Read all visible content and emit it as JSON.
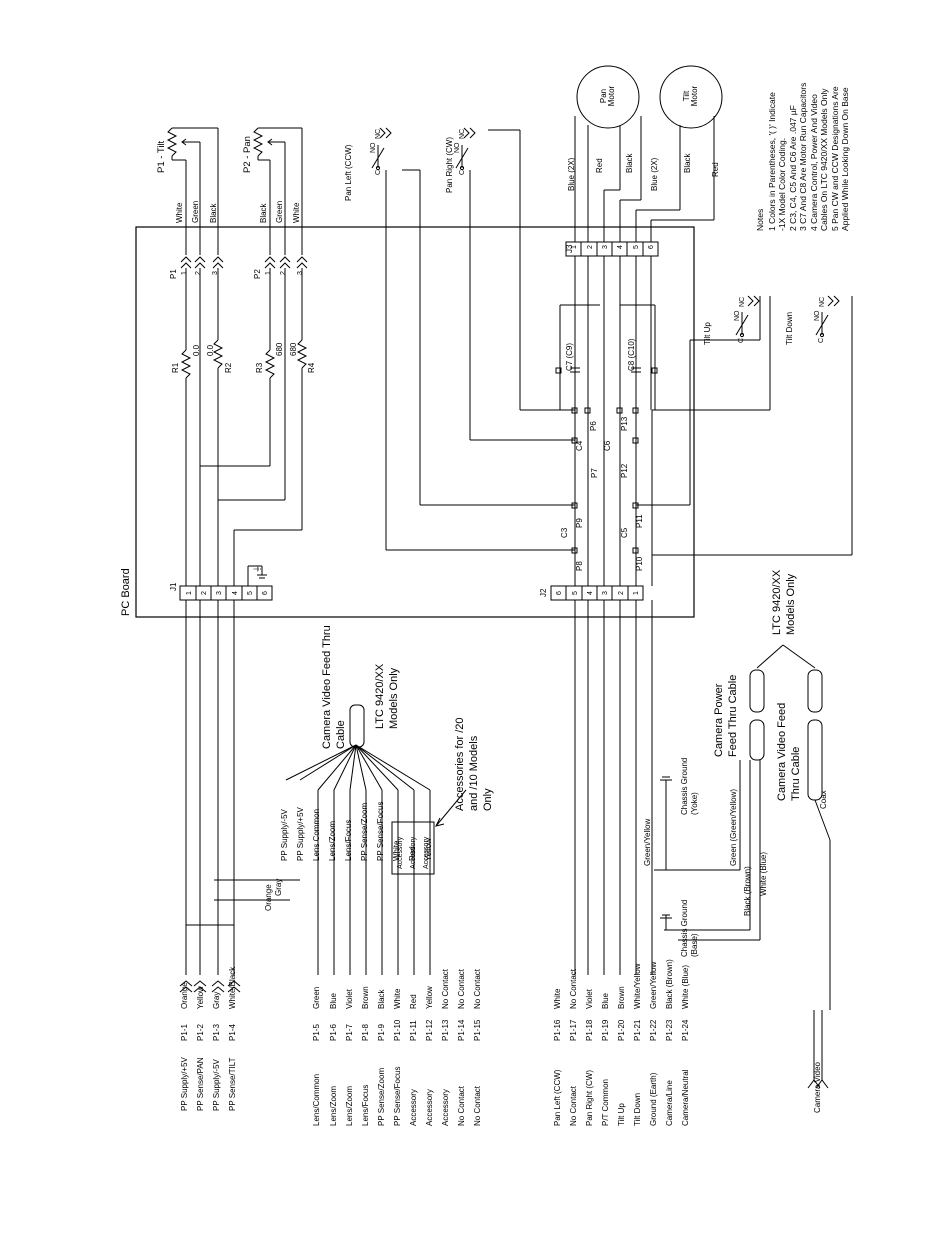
{
  "board_label": "PC Board",
  "pots": [
    {
      "label": "P1 - Tilt",
      "wires": [
        "White",
        "Green",
        "Black"
      ],
      "pins": [
        "1",
        "2",
        "3"
      ],
      "connector": "P1"
    },
    {
      "label": "P2 - Pan",
      "wires": [
        "Black",
        "Green",
        "White"
      ],
      "pins": [
        "1",
        "2",
        "3"
      ],
      "connector": "P2"
    }
  ],
  "resistors": [
    {
      "ref": "R1",
      "value": "0.0"
    },
    {
      "ref": "R2",
      "value": "0.0"
    },
    {
      "ref": "R3",
      "value": "680"
    },
    {
      "ref": "R4",
      "value": "680"
    }
  ],
  "limit_switches": [
    "Pan Left (CCW)",
    "Pan Right (CW)",
    "Tilt Up",
    "Tilt Down"
  ],
  "switch_contacts": {
    "no": "NO",
    "nc": "NC",
    "c": "C"
  },
  "motors": [
    {
      "label": "Pan Motor",
      "wires": [
        "Blue (2X)",
        "Red",
        "Black"
      ]
    },
    {
      "label": "Tilt Motor",
      "wires": [
        "Blue (2X)",
        "Black",
        "Red"
      ]
    }
  ],
  "j3": {
    "label": "J3",
    "pins": [
      "1",
      "2",
      "3",
      "4",
      "5",
      "6"
    ]
  },
  "j1": {
    "label": "J1",
    "pins": [
      "1",
      "2",
      "3",
      "4",
      "5",
      "6"
    ]
  },
  "j2": {
    "label": "J2",
    "pins": [
      "6",
      "5",
      "4",
      "3",
      "2",
      "1"
    ]
  },
  "capacitors": [
    "C3",
    "C4",
    "C5",
    "C6",
    "C7 (C9)",
    "C8 (C10)"
  ],
  "test_points": [
    "P6",
    "P7",
    "P8",
    "P9",
    "P10",
    "P11",
    "P12",
    "P13"
  ],
  "ground_symbol": "⏚",
  "notes": {
    "title": "Notes",
    "lines": [
      "1  Colors in Parentheses, '( )' Indicate",
      "   -1X Model Color Coding.",
      "2  C3, C4, C5 And C6 Are .047 µF",
      "3  C7 And C8 Are Motor Run Capacitors",
      "4  Camera Control, Power And Video",
      "   Cables On LTC 9420/XX Models Only",
      "5  Pan CW and CCW Designations Are",
      "   Applied While Looking Down On Base"
    ]
  },
  "group1": [
    {
      "signal": "PP Supply/+5V",
      "pin": "P1-1",
      "color": "Orange"
    },
    {
      "signal": "PP Sense/PAN",
      "pin": "P1-2",
      "color": "Yellow"
    },
    {
      "signal": "PP Supply/-5V",
      "pin": "P1-3",
      "color": "Gray"
    },
    {
      "signal": "PP Sense/TILT",
      "pin": "P1-4",
      "color": "White/Black"
    }
  ],
  "group2": [
    {
      "signal": "Lens/Common",
      "pin": "P1-5",
      "color": "Green"
    },
    {
      "signal": "Lens/Zoom",
      "pin": "P1-6",
      "color": "Blue"
    },
    {
      "signal": "Lens/Zoom",
      "pin": "P1-7",
      "color": "Violet"
    },
    {
      "signal": "Lens/Focus",
      "pin": "P1-8",
      "color": "Brown"
    },
    {
      "signal": "PP Sense/Zoom",
      "pin": "P1-9",
      "color": "Black"
    },
    {
      "signal": "PP Sense/Focus",
      "pin": "P1-10",
      "color": "White"
    },
    {
      "signal": "Accessory",
      "pin": "P1-11",
      "color": "Red"
    },
    {
      "signal": "Accessory",
      "pin": "P1-12",
      "color": "Yellow"
    },
    {
      "signal": "Accessory",
      "pin": "P1-13",
      "color": "No Contact"
    },
    {
      "signal": "No Contact",
      "pin": "P1-14",
      "color": "No Contact"
    },
    {
      "signal": "No Contact",
      "pin": "P1-15",
      "color": "No Contact"
    }
  ],
  "group3": [
    {
      "signal": "Pan Left (CCW)",
      "pin": "P1-16",
      "color": "White"
    },
    {
      "signal": "No Contact",
      "pin": "P1-17",
      "color": "No Contact"
    },
    {
      "signal": "Pan Right (CW)",
      "pin": "P1-18",
      "color": "Violet"
    },
    {
      "signal": "P/T Common",
      "pin": "P1-19",
      "color": "Blue"
    },
    {
      "signal": "Tilt Up",
      "pin": "P1-20",
      "color": "Brown"
    },
    {
      "signal": "Tilt Down",
      "pin": "P1-21",
      "color": "White/Yellow"
    },
    {
      "signal": "Ground (Earth)",
      "pin": "P1-22",
      "color": "Green/Yellow"
    },
    {
      "signal": "Camera/Line",
      "pin": "P1-23",
      "color": "Black (Brown)"
    },
    {
      "signal": "Camera/Neutral",
      "pin": "P1-24",
      "color": "White (Blue)"
    }
  ],
  "fan_labels": [
    "PP Supply/-5V",
    "PP Supply/+5V",
    "Lens Common",
    "Lens/Zoom",
    "Lens/Focus",
    "PP Sense/Zoom",
    "PP Sense/Focus",
    "White",
    "Red",
    "Yellow"
  ],
  "bend_labels": [
    "Gray",
    "Orange"
  ],
  "accessory_boxes": [
    "Accessory",
    "Accessory",
    "Accessory"
  ],
  "cable_video_feed": "Camera Video Feed Thru Cable",
  "ltc_models": "LTC 9420/XX Models Only",
  "accessories_note": "Accessories for /20 and /10 Models Only",
  "ltc_models_right": "LTC 9420/XX Models Only",
  "camera_power_cable": "Camera Power Feed Thru Cable",
  "camera_video_cable": "Camera Video Feed Thru Cable",
  "power_wires": [
    "Green/Yellow",
    "Green (Green/Yellow)",
    "Black (Brown)",
    "White (Blue)"
  ],
  "chassis_ground_yoke": "Chassis Ground (Yoke)",
  "chassis_ground_base": "Chassis Ground (Base)",
  "coax": "Coax",
  "camera_video": "Camera Video"
}
